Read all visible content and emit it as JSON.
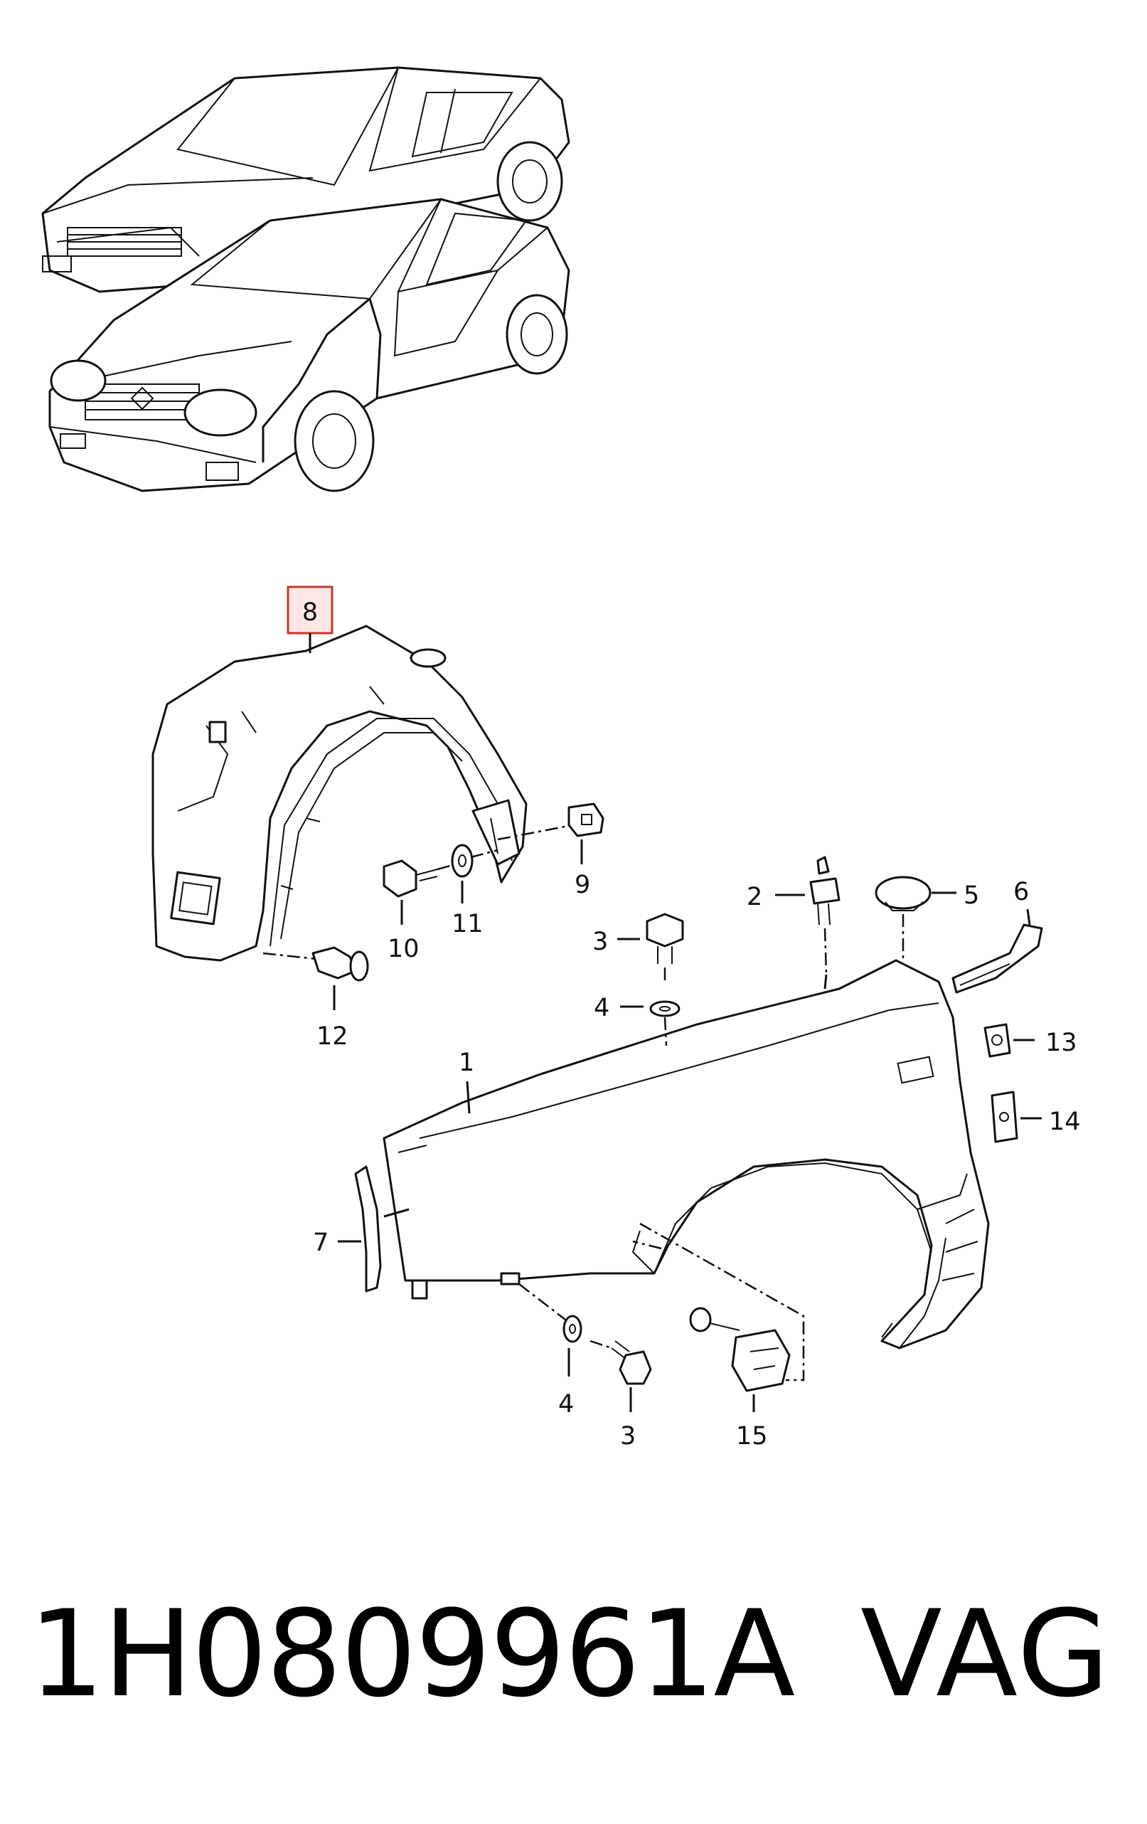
{
  "callouts": [
    {
      "label": "1",
      "part": "fender"
    },
    {
      "label": "2",
      "part": "stud-bolt"
    },
    {
      "label": "3",
      "part": "hex-bolt"
    },
    {
      "label": "4",
      "part": "washer"
    },
    {
      "label": "5",
      "part": "grommet"
    },
    {
      "label": "6",
      "part": "bracket"
    },
    {
      "label": "7",
      "part": "trim-strip"
    },
    {
      "label": "8",
      "part": "wheel-housing-liner",
      "highlighted": true
    },
    {
      "label": "9",
      "part": "clip-nut"
    },
    {
      "label": "10",
      "part": "bolt"
    },
    {
      "label": "11",
      "part": "washer"
    },
    {
      "label": "12",
      "part": "expanding-rivet"
    },
    {
      "label": "13",
      "part": "spring-nut"
    },
    {
      "label": "14",
      "part": "clip"
    },
    {
      "label": "15",
      "part": "mounting-bracket"
    }
  ],
  "labels_extra": {
    "bolt_lower": "3",
    "washer_lower": "4"
  },
  "footer": {
    "part_number": "1H0809961A",
    "brand": "VAG"
  },
  "colors": {
    "highlight_border": "#c0392b",
    "highlight_fill": "#fde6e6",
    "ink": "#111111"
  }
}
